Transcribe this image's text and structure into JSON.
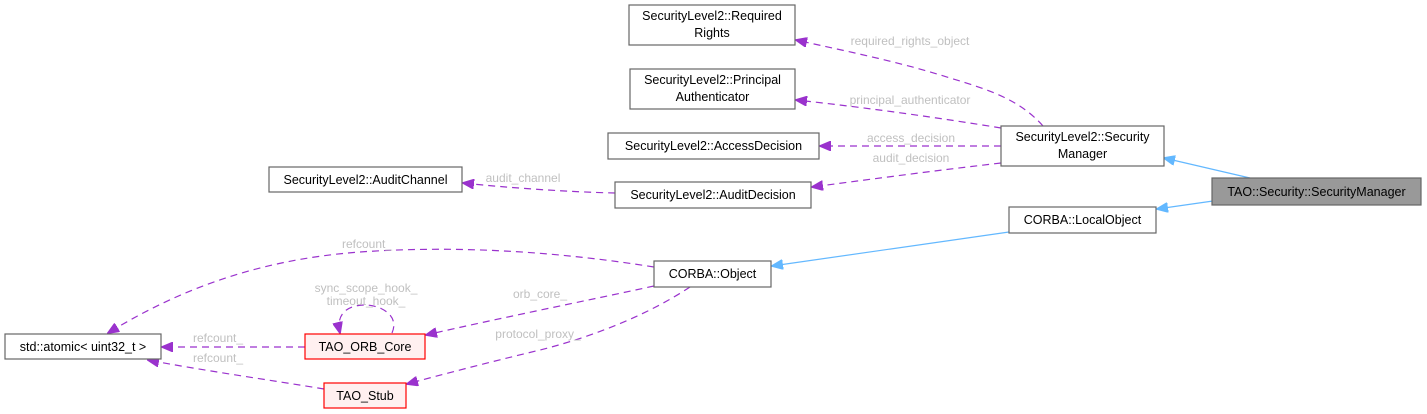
{
  "diagram": {
    "title": "Collaboration diagram for TAO::Security::SecurityManager",
    "nodes": {
      "tao_security_manager": {
        "lines": [
          "TAO::Security::SecurityManager"
        ],
        "style": "highlight"
      },
      "sl2_security_manager": {
        "lines": [
          "SecurityLevel2::Security",
          "Manager"
        ],
        "style": "normal"
      },
      "corba_local_object": {
        "lines": [
          "CORBA::LocalObject"
        ],
        "style": "normal"
      },
      "sl2_required_rights": {
        "lines": [
          "SecurityLevel2::Required",
          "Rights"
        ],
        "style": "normal"
      },
      "sl2_principal_authenticator": {
        "lines": [
          "SecurityLevel2::Principal",
          "Authenticator"
        ],
        "style": "normal"
      },
      "sl2_access_decision": {
        "lines": [
          "SecurityLevel2::AccessDecision"
        ],
        "style": "normal"
      },
      "sl2_audit_decision": {
        "lines": [
          "SecurityLevel2::AuditDecision"
        ],
        "style": "normal"
      },
      "sl2_audit_channel": {
        "lines": [
          "SecurityLevel2::AuditChannel"
        ],
        "style": "normal"
      },
      "corba_object": {
        "lines": [
          "CORBA::Object"
        ],
        "style": "normal"
      },
      "std_atomic": {
        "lines": [
          "std::atomic< uint32_t >"
        ],
        "style": "normal"
      },
      "tao_orb_core": {
        "lines": [
          "TAO_ORB_Core"
        ],
        "style": "incomplete"
      },
      "tao_stub": {
        "lines": [
          "TAO_Stub"
        ],
        "style": "incomplete"
      }
    },
    "edges": [
      {
        "id": "inherit-sl2sm",
        "kind": "inheritance",
        "from": "tao_security_manager",
        "to": "sl2_security_manager",
        "label": ""
      },
      {
        "id": "inherit-localobj",
        "kind": "inheritance",
        "from": "tao_security_manager",
        "to": "corba_local_object",
        "label": ""
      },
      {
        "id": "inherit-object",
        "kind": "inheritance",
        "from": "corba_local_object",
        "to": "corba_object",
        "label": ""
      },
      {
        "id": "use-required-rights",
        "kind": "usage",
        "from": "sl2_security_manager",
        "to": "sl2_required_rights",
        "label": "required_rights_object"
      },
      {
        "id": "use-principal-auth",
        "kind": "usage",
        "from": "sl2_security_manager",
        "to": "sl2_principal_authenticator",
        "label": "principal_authenticator"
      },
      {
        "id": "use-access-decision",
        "kind": "usage",
        "from": "sl2_security_manager",
        "to": "sl2_access_decision",
        "label": "access_decision"
      },
      {
        "id": "use-audit-decision",
        "kind": "usage",
        "from": "sl2_security_manager",
        "to": "sl2_audit_decision",
        "label": "audit_decision"
      },
      {
        "id": "use-audit-channel",
        "kind": "usage",
        "from": "sl2_audit_decision",
        "to": "sl2_audit_channel",
        "label": "audit_channel"
      },
      {
        "id": "use-object-refcount",
        "kind": "usage",
        "from": "corba_object",
        "to": "std_atomic",
        "label": "refcount_"
      },
      {
        "id": "use-orb-core",
        "kind": "usage",
        "from": "corba_object",
        "to": "tao_orb_core",
        "label": "orb_core_"
      },
      {
        "id": "use-protocol-proxy",
        "kind": "usage",
        "from": "corba_object",
        "to": "tao_stub",
        "label": "protocol_proxy_"
      },
      {
        "id": "use-orbcore-self",
        "kind": "usage",
        "from": "tao_orb_core",
        "to": "tao_orb_core",
        "label": "sync_scope_hook_\ntimeout_hook_",
        "label_lines": [
          "sync_scope_hook_",
          "timeout_hook_"
        ]
      },
      {
        "id": "use-orbcore-refcount",
        "kind": "usage",
        "from": "tao_orb_core",
        "to": "std_atomic",
        "label": "refcount_"
      },
      {
        "id": "use-stub-refcount",
        "kind": "usage",
        "from": "tao_stub",
        "to": "std_atomic",
        "label": "refcount_"
      }
    ],
    "colors": {
      "usage_edge": "#9a32cd",
      "inheritance_edge": "#63b8ff",
      "edge_label": "#c0c0c0",
      "highlight_fill": "#999999",
      "incomplete_fill": "#fff0f0",
      "incomplete_stroke": "#ff0000",
      "node_stroke": "#666666"
    }
  }
}
